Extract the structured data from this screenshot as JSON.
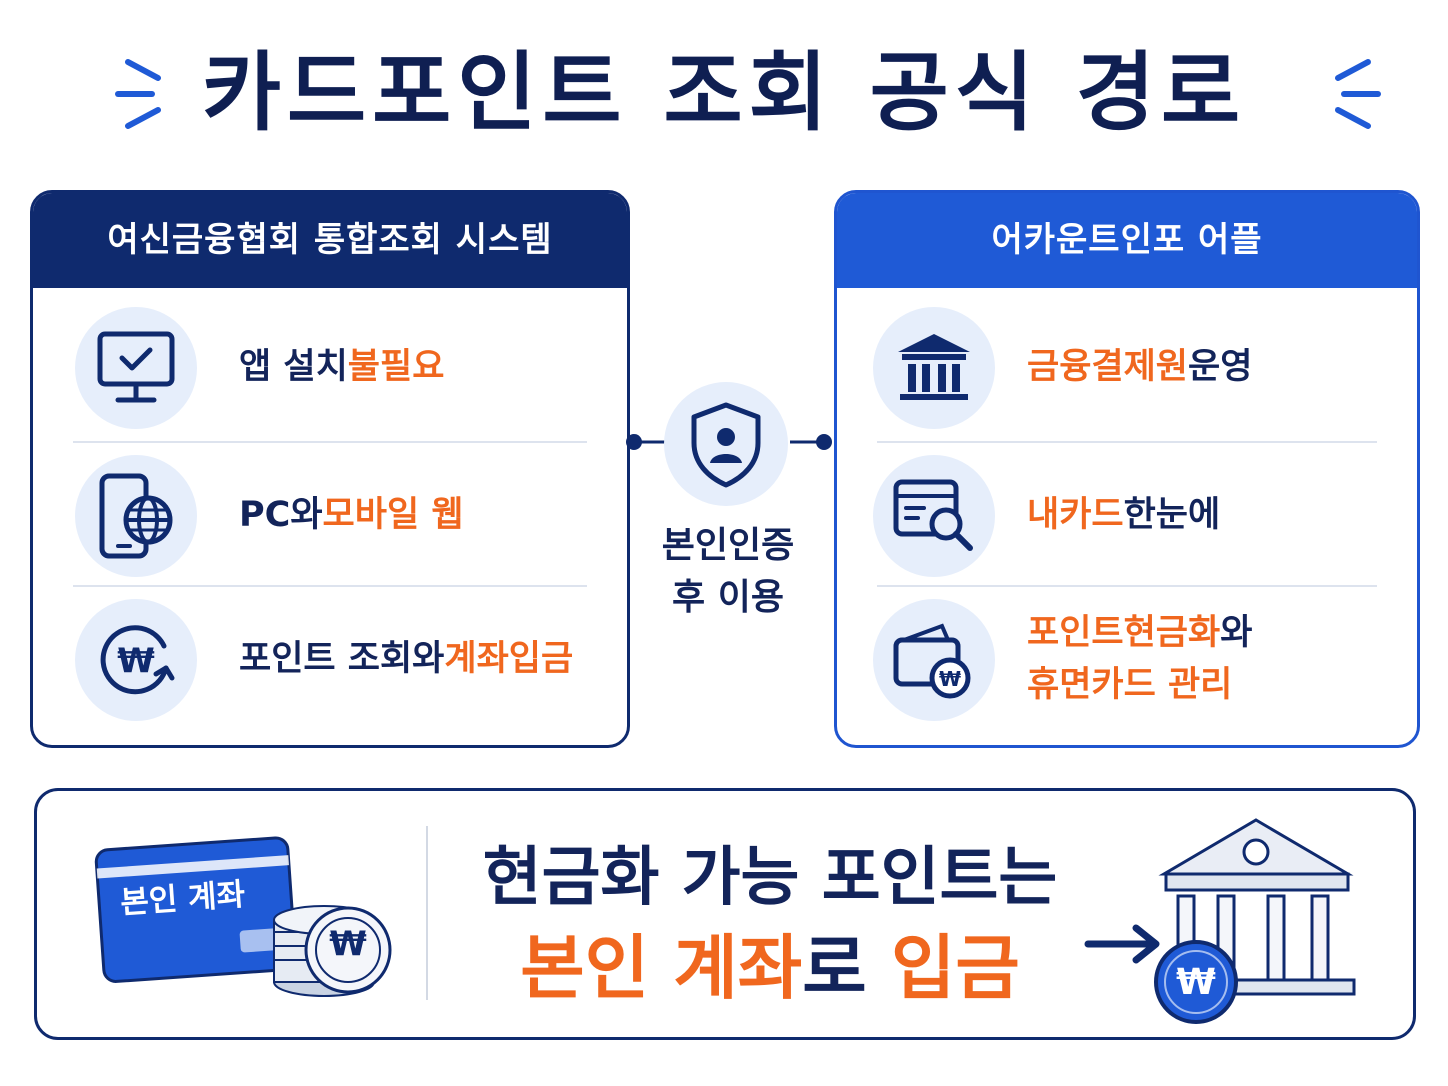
{
  "title": "카드포인트 조회 공식 경로",
  "left_panel": {
    "header": "여신금융협회 통합조회 시스템",
    "items": [
      {
        "icon": "monitor-check-icon",
        "text_plain": "앱 설치 ",
        "text_highlight": "불필요",
        "text_tail": ""
      },
      {
        "icon": "phone-globe-icon",
        "text_plain": "PC와 ",
        "text_highlight": "모바일 웹",
        "text_tail": ""
      },
      {
        "icon": "won-refresh-icon",
        "text_plain": "포인트 조회와 ",
        "text_highlight": "계좌입금",
        "text_tail": ""
      }
    ]
  },
  "center": {
    "icon": "shield-user-icon",
    "line1": "본인인증",
    "line2": "후 이용"
  },
  "right_panel": {
    "header": "어카운트인포 어플",
    "items": [
      {
        "icon": "bank-icon",
        "text_highlight": "금융결제원",
        "text_tail": " 운영"
      },
      {
        "icon": "card-search-icon",
        "text_highlight": "내카드",
        "text_tail": " 한눈에"
      },
      {
        "icon": "wallet-won-icon",
        "text_highlight": "포인트현금화",
        "text_tail": "와",
        "line2": "휴면카드 관리"
      }
    ]
  },
  "bottom": {
    "card_label": "본인 계좌",
    "line1": "현금화 가능 포인트는",
    "line2_a": "본인 계좌",
    "line2_b": "로 ",
    "line2_c": "입금",
    "coin_symbol": "₩",
    "bank_coin_symbol": "₩"
  },
  "colors": {
    "navy": "#0f2a6e",
    "blue": "#1f5ad6",
    "orange": "#f0671e",
    "icon_bg": "#e6eefb"
  }
}
